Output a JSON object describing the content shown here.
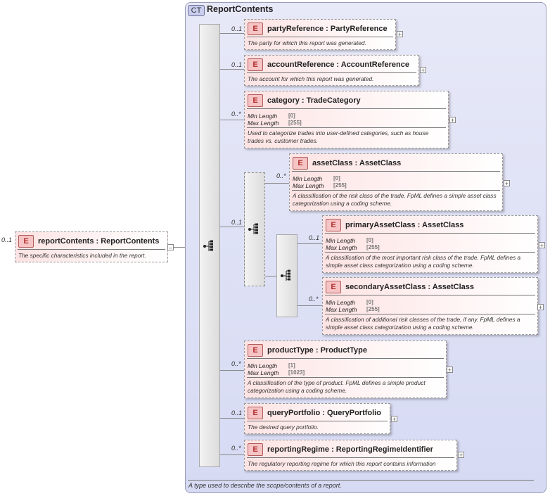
{
  "root": {
    "cardinality": "0..1",
    "badge": "E",
    "name": "reportContents",
    "type": "ReportContents",
    "doc": "The specific characteristics included in the report.",
    "toggle": "–"
  },
  "complex_type": {
    "badge": "CT",
    "title": "ReportContents",
    "doc": "A type used to describe the scope/contents of a report."
  },
  "elements": [
    {
      "id": "partyReference",
      "cardinality": "0..1",
      "badge": "E",
      "name": "partyReference",
      "type": "PartyReference",
      "facets": [],
      "doc": "The party for which this report was generated.",
      "toggle": "+"
    },
    {
      "id": "accountReference",
      "cardinality": "0..1",
      "badge": "E",
      "name": "accountReference",
      "type": "AccountReference",
      "facets": [],
      "doc": "The account for which this report was generated.",
      "toggle": "+"
    },
    {
      "id": "category",
      "cardinality": "0..*",
      "badge": "E",
      "name": "category",
      "type": "TradeCategory",
      "facets": [
        {
          "label": "Min Length",
          "value": "[0]"
        },
        {
          "label": "Max Length",
          "value": "[255]"
        }
      ],
      "doc": "Used to categorize trades into user-defined categories, such as house trades vs. customer trades.",
      "toggle": "+"
    },
    {
      "id": "assetClass",
      "cardinality": "0..*",
      "badge": "E",
      "name": "assetClass",
      "type": "AssetClass",
      "facets": [
        {
          "label": "Min Length",
          "value": "[0]"
        },
        {
          "label": "Max Length",
          "value": "[255]"
        }
      ],
      "doc": "A classification of the risk class of the trade. FpML defines a simple asset class categorization using a coding scheme.",
      "toggle": "+"
    },
    {
      "id": "primaryAssetClass",
      "cardinality": "0..1",
      "badge": "E",
      "name": "primaryAssetClass",
      "type": "AssetClass",
      "facets": [
        {
          "label": "Min Length",
          "value": "[0]"
        },
        {
          "label": "Max Length",
          "value": "[255]"
        }
      ],
      "doc": "A classification of the most important risk class of the trade. FpML defines a simple asset class categorization using a coding scheme.",
      "toggle": "+"
    },
    {
      "id": "secondaryAssetClass",
      "cardinality": "0..*",
      "badge": "E",
      "name": "secondaryAssetClass",
      "type": "AssetClass",
      "facets": [
        {
          "label": "Min Length",
          "value": "[0]"
        },
        {
          "label": "Max Length",
          "value": "[255]"
        }
      ],
      "doc": "A classification of additional risk classes of the trade, if any. FpML defines a simple asset class categorization using a coding scheme.",
      "toggle": "+"
    },
    {
      "id": "productType",
      "cardinality": "0..*",
      "badge": "E",
      "name": "productType",
      "type": "ProductType",
      "facets": [
        {
          "label": "Min Length",
          "value": "[1]"
        },
        {
          "label": "Max Length",
          "value": "[1023]"
        }
      ],
      "doc": "A classification of the type of product. FpML defines a simple product categorization using a coding scheme.",
      "toggle": "+"
    },
    {
      "id": "queryPortfolio",
      "cardinality": "0..1",
      "badge": "E",
      "name": "queryPortfolio",
      "type": "QueryPortfolio",
      "facets": [],
      "doc": "The desired query portfolio.",
      "toggle": "+"
    },
    {
      "id": "reportingRegime",
      "cardinality": "0..*",
      "badge": "E",
      "name": "reportingRegime",
      "type": "ReportingRegimeIdentifier",
      "facets": [],
      "doc": "The regulatory reporting regime for which this report contains information",
      "toggle": "+"
    }
  ],
  "choice_groups": [
    {
      "cardinality": "0..1"
    }
  ]
}
